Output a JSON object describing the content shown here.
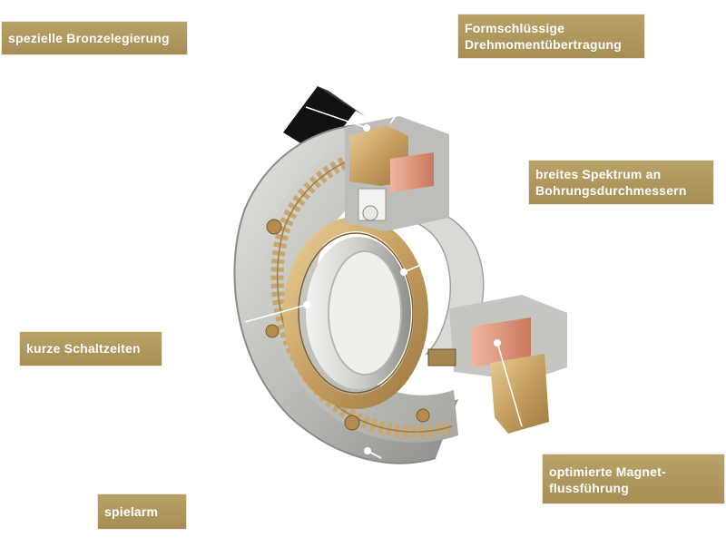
{
  "labels": {
    "bronze": {
      "lines": [
        "spezielle Bronzelegierung"
      ]
    },
    "torque": {
      "lines": [
        "Formschlüssige",
        "Drehmomentübertragung"
      ]
    },
    "spectrum": {
      "lines": [
        "breites Spektrum an",
        "Bohrungsdurchmessern"
      ]
    },
    "switch": {
      "lines": [
        "kurze Schaltzeiten"
      ]
    },
    "magnet": {
      "lines": [
        "optimierte Magnet-",
        "flussführung"
      ]
    },
    "backlash": {
      "lines": [
        "spielarm"
      ]
    }
  },
  "colors": {
    "label_background": "#b0985c",
    "label_text": "#ffffff",
    "steel": "#c9c9c6",
    "bronze": "#c8a46a",
    "copper": "#d98b6e",
    "connector": "#1a1a1a"
  }
}
